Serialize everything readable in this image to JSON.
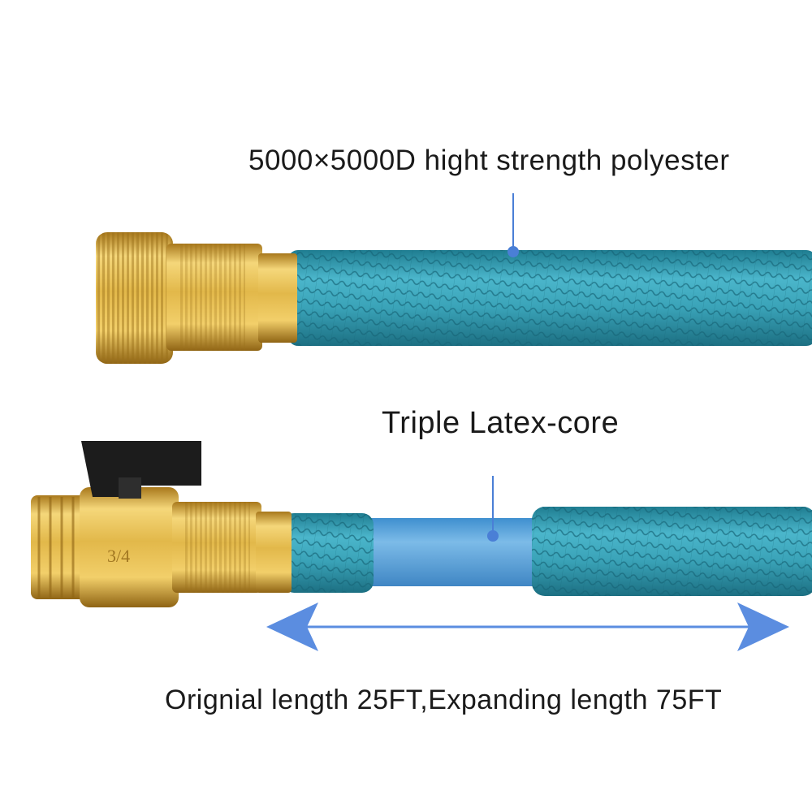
{
  "labels": {
    "material": "5000×5000D hight strength polyester",
    "core": "Triple Latex-core",
    "length": "Orignial length 25FT,Expanding length 75FT"
  },
  "valve_marking": "3/4",
  "colors": {
    "hose_fabric": "#3aa3b8",
    "hose_fabric_dark": "#1f7d91",
    "latex_core": "#5ea9de",
    "brass": "#e2b84a",
    "brass_dark": "#a8781c",
    "valve_handle": "#1c1c1c",
    "callout_line": "#4a7fd6",
    "arrow": "#5b8de0"
  }
}
